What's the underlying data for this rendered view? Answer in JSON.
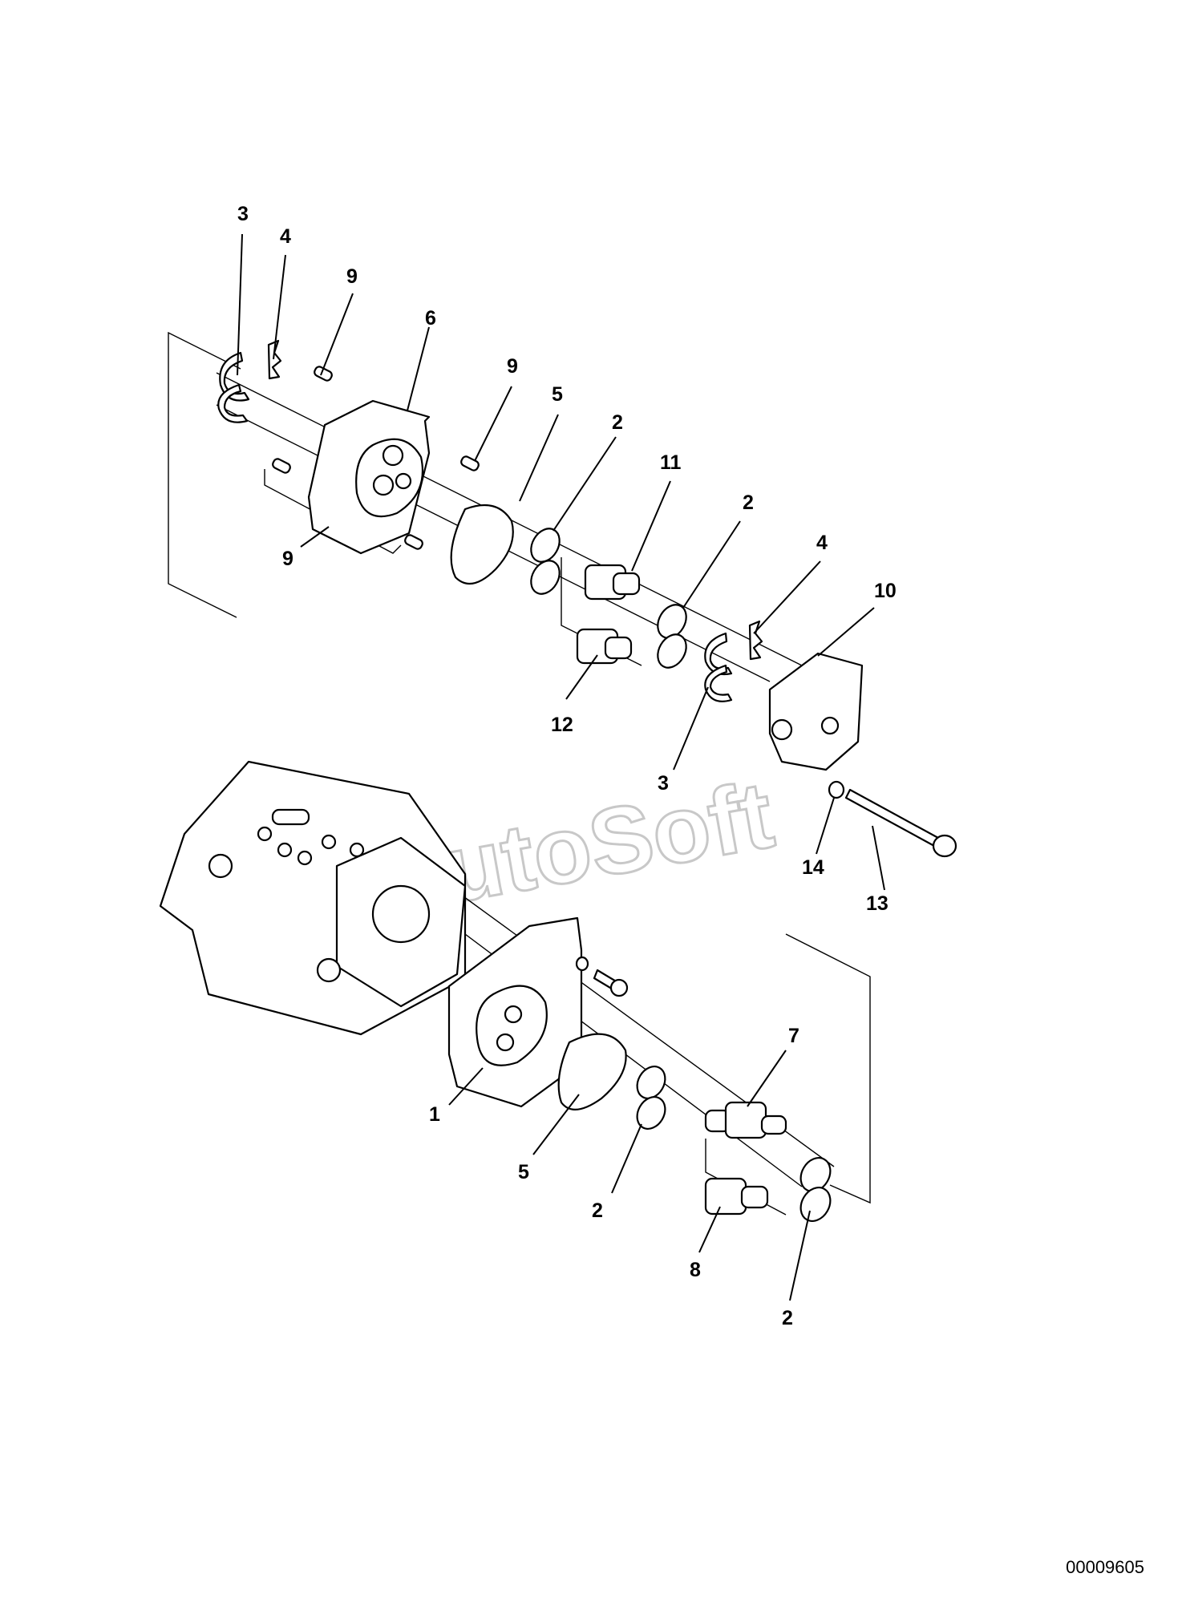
{
  "watermark": "AutoSoft",
  "drawing_number": "00009605",
  "callouts": {
    "c3a": "3",
    "c4a": "4",
    "c9a": "9",
    "c6": "6",
    "c9b": "9",
    "c5a": "5",
    "c2a": "2",
    "c11": "11",
    "c2b": "2",
    "c9c": "9",
    "c4b": "4",
    "c10": "10",
    "c12": "12",
    "c3b": "3",
    "c14": "14",
    "c13": "13",
    "c7": "7",
    "c1": "1",
    "c5b": "5",
    "c2c": "2",
    "c8": "8",
    "c2d": "2"
  }
}
